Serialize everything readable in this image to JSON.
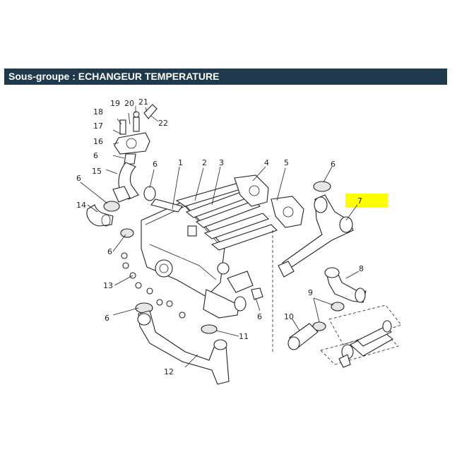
{
  "header": {
    "title": "Sous-groupe : ECHANGEUR TEMPERATURE"
  },
  "colors": {
    "header_bg": "#1f3a4c",
    "highlight": "#ffff00"
  },
  "callouts": [
    {
      "id": "c1",
      "label": "1"
    },
    {
      "id": "c2",
      "label": "2"
    },
    {
      "id": "c3",
      "label": "3"
    },
    {
      "id": "c4",
      "label": "4"
    },
    {
      "id": "c5",
      "label": "5"
    },
    {
      "id": "c6a",
      "label": "6"
    },
    {
      "id": "c6b",
      "label": "6"
    },
    {
      "id": "c6c",
      "label": "6"
    },
    {
      "id": "c6d",
      "label": "6"
    },
    {
      "id": "c6e",
      "label": "6"
    },
    {
      "id": "c6f",
      "label": "6"
    },
    {
      "id": "c6g",
      "label": "6"
    },
    {
      "id": "c7",
      "label": "7"
    },
    {
      "id": "c8",
      "label": "8"
    },
    {
      "id": "c9",
      "label": "9"
    },
    {
      "id": "c10",
      "label": "10"
    },
    {
      "id": "c11",
      "label": "11"
    },
    {
      "id": "c12",
      "label": "12"
    },
    {
      "id": "c13",
      "label": "13"
    },
    {
      "id": "c14",
      "label": "14"
    },
    {
      "id": "c15",
      "label": "15"
    },
    {
      "id": "c16",
      "label": "16"
    },
    {
      "id": "c17",
      "label": "17"
    },
    {
      "id": "c18",
      "label": "18"
    },
    {
      "id": "c19",
      "label": "19"
    },
    {
      "id": "c20",
      "label": "20"
    },
    {
      "id": "c21",
      "label": "21"
    },
    {
      "id": "c22",
      "label": "22"
    }
  ]
}
